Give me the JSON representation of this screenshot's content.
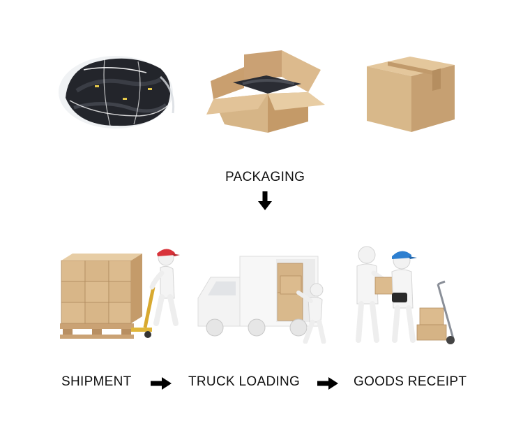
{
  "top_label": "PACKAGING",
  "steps": [
    {
      "label": "SHIPMENT"
    },
    {
      "label": "TRUCK LOADING"
    },
    {
      "label": "GOODS RECEIPT"
    }
  ],
  "colors": {
    "cardboard": "#d9b98c",
    "cardboard_dark": "#b89064",
    "bag_dark": "#1f2126",
    "cap_red": "#d8333a",
    "cap_blue": "#2d7fd0",
    "arrow": "#000000"
  }
}
